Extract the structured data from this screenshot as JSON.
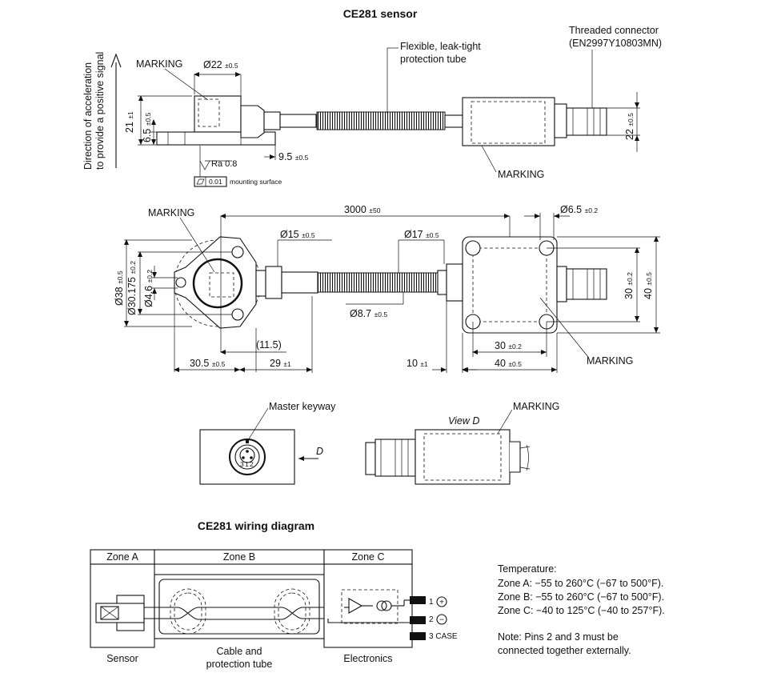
{
  "titles": {
    "sensor": "CE281 sensor",
    "wiring": "CE281 wiring diagram"
  },
  "side_view": {
    "direction_line1": "Direction of acceleration",
    "direction_line2": "to provide a positive signal",
    "marking": "MARKING",
    "dia22_main": "Ø22",
    "dia22_tol": "±0.5",
    "dim21_main": "21",
    "dim21_tol": "±1",
    "dim6_5_main": "6.5",
    "dim6_5_tol": "±0.5",
    "dim9_5_main": "9.5",
    "dim9_5_tol": "±0.5",
    "ra": "Ra 0.8",
    "flatness_value": "0.01",
    "mounting_surface": "mounting surface",
    "flexible_line1": "Flexible, leak-tight",
    "flexible_line2": "protection tube",
    "threaded_line1": "Threaded connector",
    "threaded_line2": "(EN2997Y10803MN)",
    "dim22_main": "22",
    "dim22_tol": "±0.5",
    "marking_right": "MARKING"
  },
  "top_view": {
    "marking_left": "MARKING",
    "length_main": "3000",
    "length_tol": "±50",
    "dia6_5_main": "Ø6.5",
    "dia6_5_tol": "±0.2",
    "dia15_main": "Ø15",
    "dia15_tol": "±0.5",
    "dia17_main": "Ø17",
    "dia17_tol": "±0.5",
    "dia38_main": "Ø38",
    "dia38_tol": "±0.5",
    "dia30_175_main": "Ø30.175",
    "dia30_175_tol": "±0.2",
    "dia4_6_main": "Ø4.6",
    "dia4_6_tol": "±0.2",
    "dia8_7_main": "Ø8.7",
    "dia8_7_tol": "±0.5",
    "dim11_5": "(11.5)",
    "dim30_5_main": "30.5",
    "dim30_5_tol": "±0.5",
    "dim29_main": "29",
    "dim29_tol": "±1",
    "dim10_main": "10",
    "dim10_tol": "±1",
    "dim30_h_main": "30",
    "dim30_h_tol": "±0.2",
    "dim40_h_main": "40",
    "dim40_h_tol": "±0.5",
    "dim30_v_main": "30",
    "dim30_v_tol": "±0.2",
    "dim40_v_main": "40",
    "dim40_v_tol": "±0.5",
    "marking_right": "MARKING"
  },
  "connector_view": {
    "master_keyway": "Master keyway",
    "arrow_d": "D",
    "view_d": "View D",
    "marking": "MARKING",
    "pin1": "1",
    "pin2": "2",
    "pin3": "3"
  },
  "wiring": {
    "zone_a": "Zone A",
    "zone_b": "Zone B",
    "zone_c": "Zone C",
    "sensor": "Sensor",
    "cable_line1": "Cable and",
    "cable_line2": "protection tube",
    "electronics": "Electronics",
    "pin1": "1",
    "pin2": "2",
    "pin3": "3",
    "case": "CASE",
    "plus": "+",
    "minus": "−"
  },
  "notes": {
    "temperature": "Temperature:",
    "zone_a": "Zone A: −55 to 260°C (−67 to 500°F).",
    "zone_b": "Zone B: −55 to 260°C (−67 to 500°F).",
    "zone_c": "Zone C: −40 to 125°C (−40 to 257°F).",
    "note_line1": "Note: Pins 2 and 3 must be",
    "note_line2": "connected together externally."
  }
}
